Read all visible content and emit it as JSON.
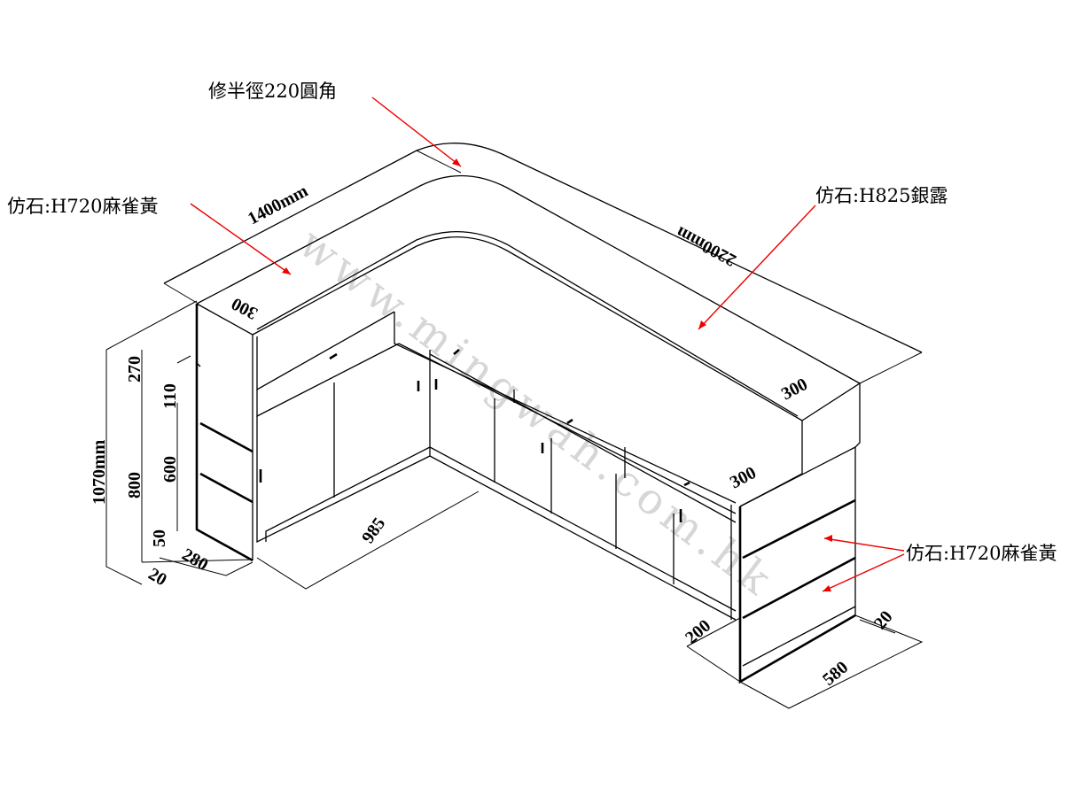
{
  "annotations": {
    "corner_radius": "修半徑220圓角",
    "stone_left": "仿石:H720麻雀黃",
    "stone_top": "仿石:H825銀露",
    "stone_right": "仿石:H720麻雀黃"
  },
  "dimensions": {
    "length_left": "1400mm",
    "length_right": "2200mm",
    "top_depth_left": "300",
    "top_depth_right": "300",
    "shelf_depth": "300",
    "height_top": "270",
    "height_gap": "110",
    "height_total": "1070mm",
    "height_body": "800",
    "height_door": "600",
    "height_plinth": "50",
    "base_offset": "20",
    "base_depth_left": "280",
    "cabinet_length": "985",
    "base_depth_right": "200",
    "base_offset_right": "20",
    "end_width": "580"
  },
  "watermark": "www.mingwah.com.hk",
  "colors": {
    "arrow": "#e00000",
    "line": "#000000"
  }
}
